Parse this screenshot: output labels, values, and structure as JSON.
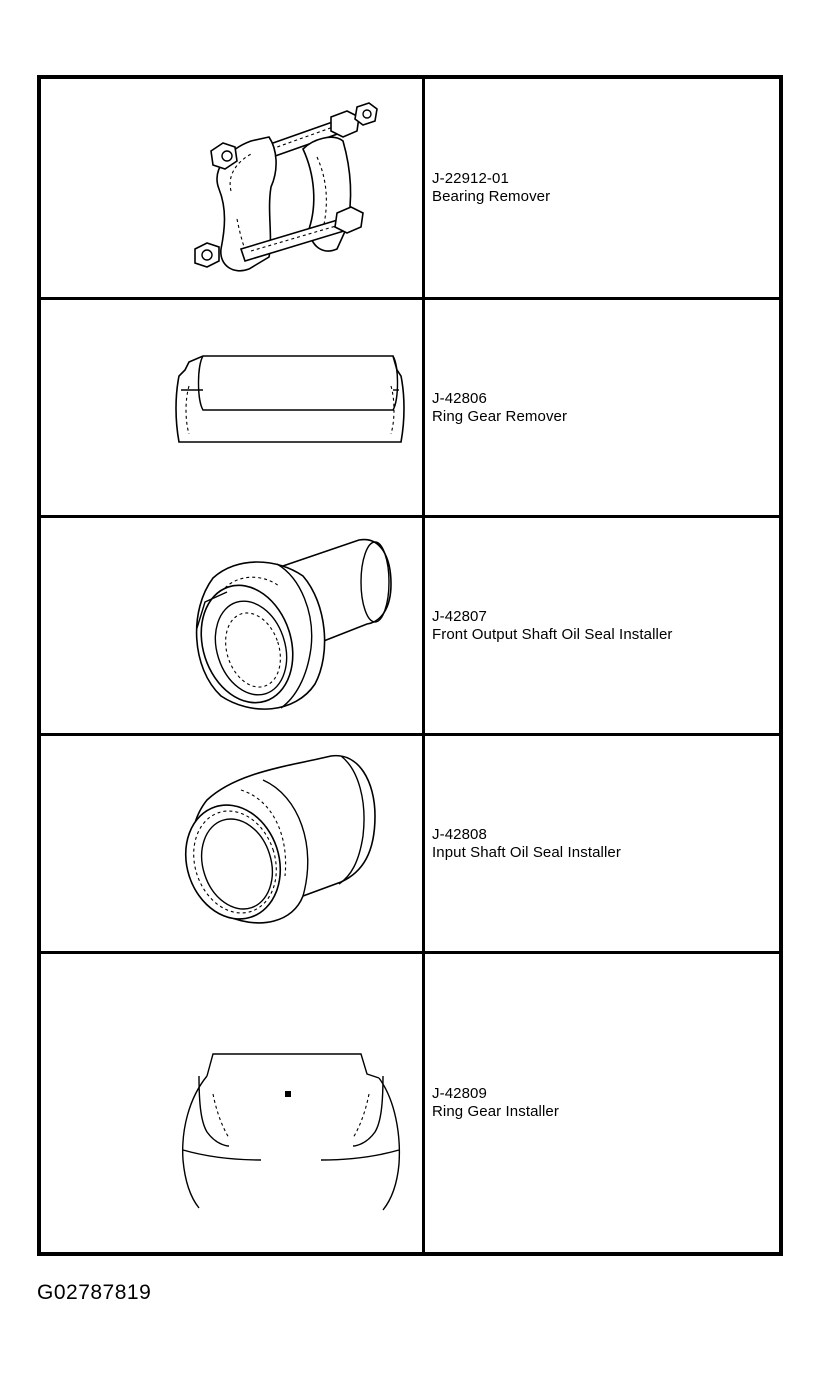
{
  "tools": [
    {
      "number": "J-22912-01",
      "name": "Bearing Remover",
      "icon": "bearing-remover-icon"
    },
    {
      "number": "J-42806",
      "name": "Ring Gear Remover",
      "icon": "ring-gear-remover-icon"
    },
    {
      "number": "J-42807",
      "name": "Front Output Shaft Oil Seal Installer",
      "icon": "front-output-shaft-oil-seal-installer-icon"
    },
    {
      "number": "J-42808",
      "name": "Input Shaft Oil Seal Installer",
      "icon": "input-shaft-oil-seal-installer-icon"
    },
    {
      "number": "J-42809",
      "name": "Ring Gear Installer",
      "icon": "ring-gear-installer-icon"
    }
  ],
  "figure_code": "G02787819"
}
